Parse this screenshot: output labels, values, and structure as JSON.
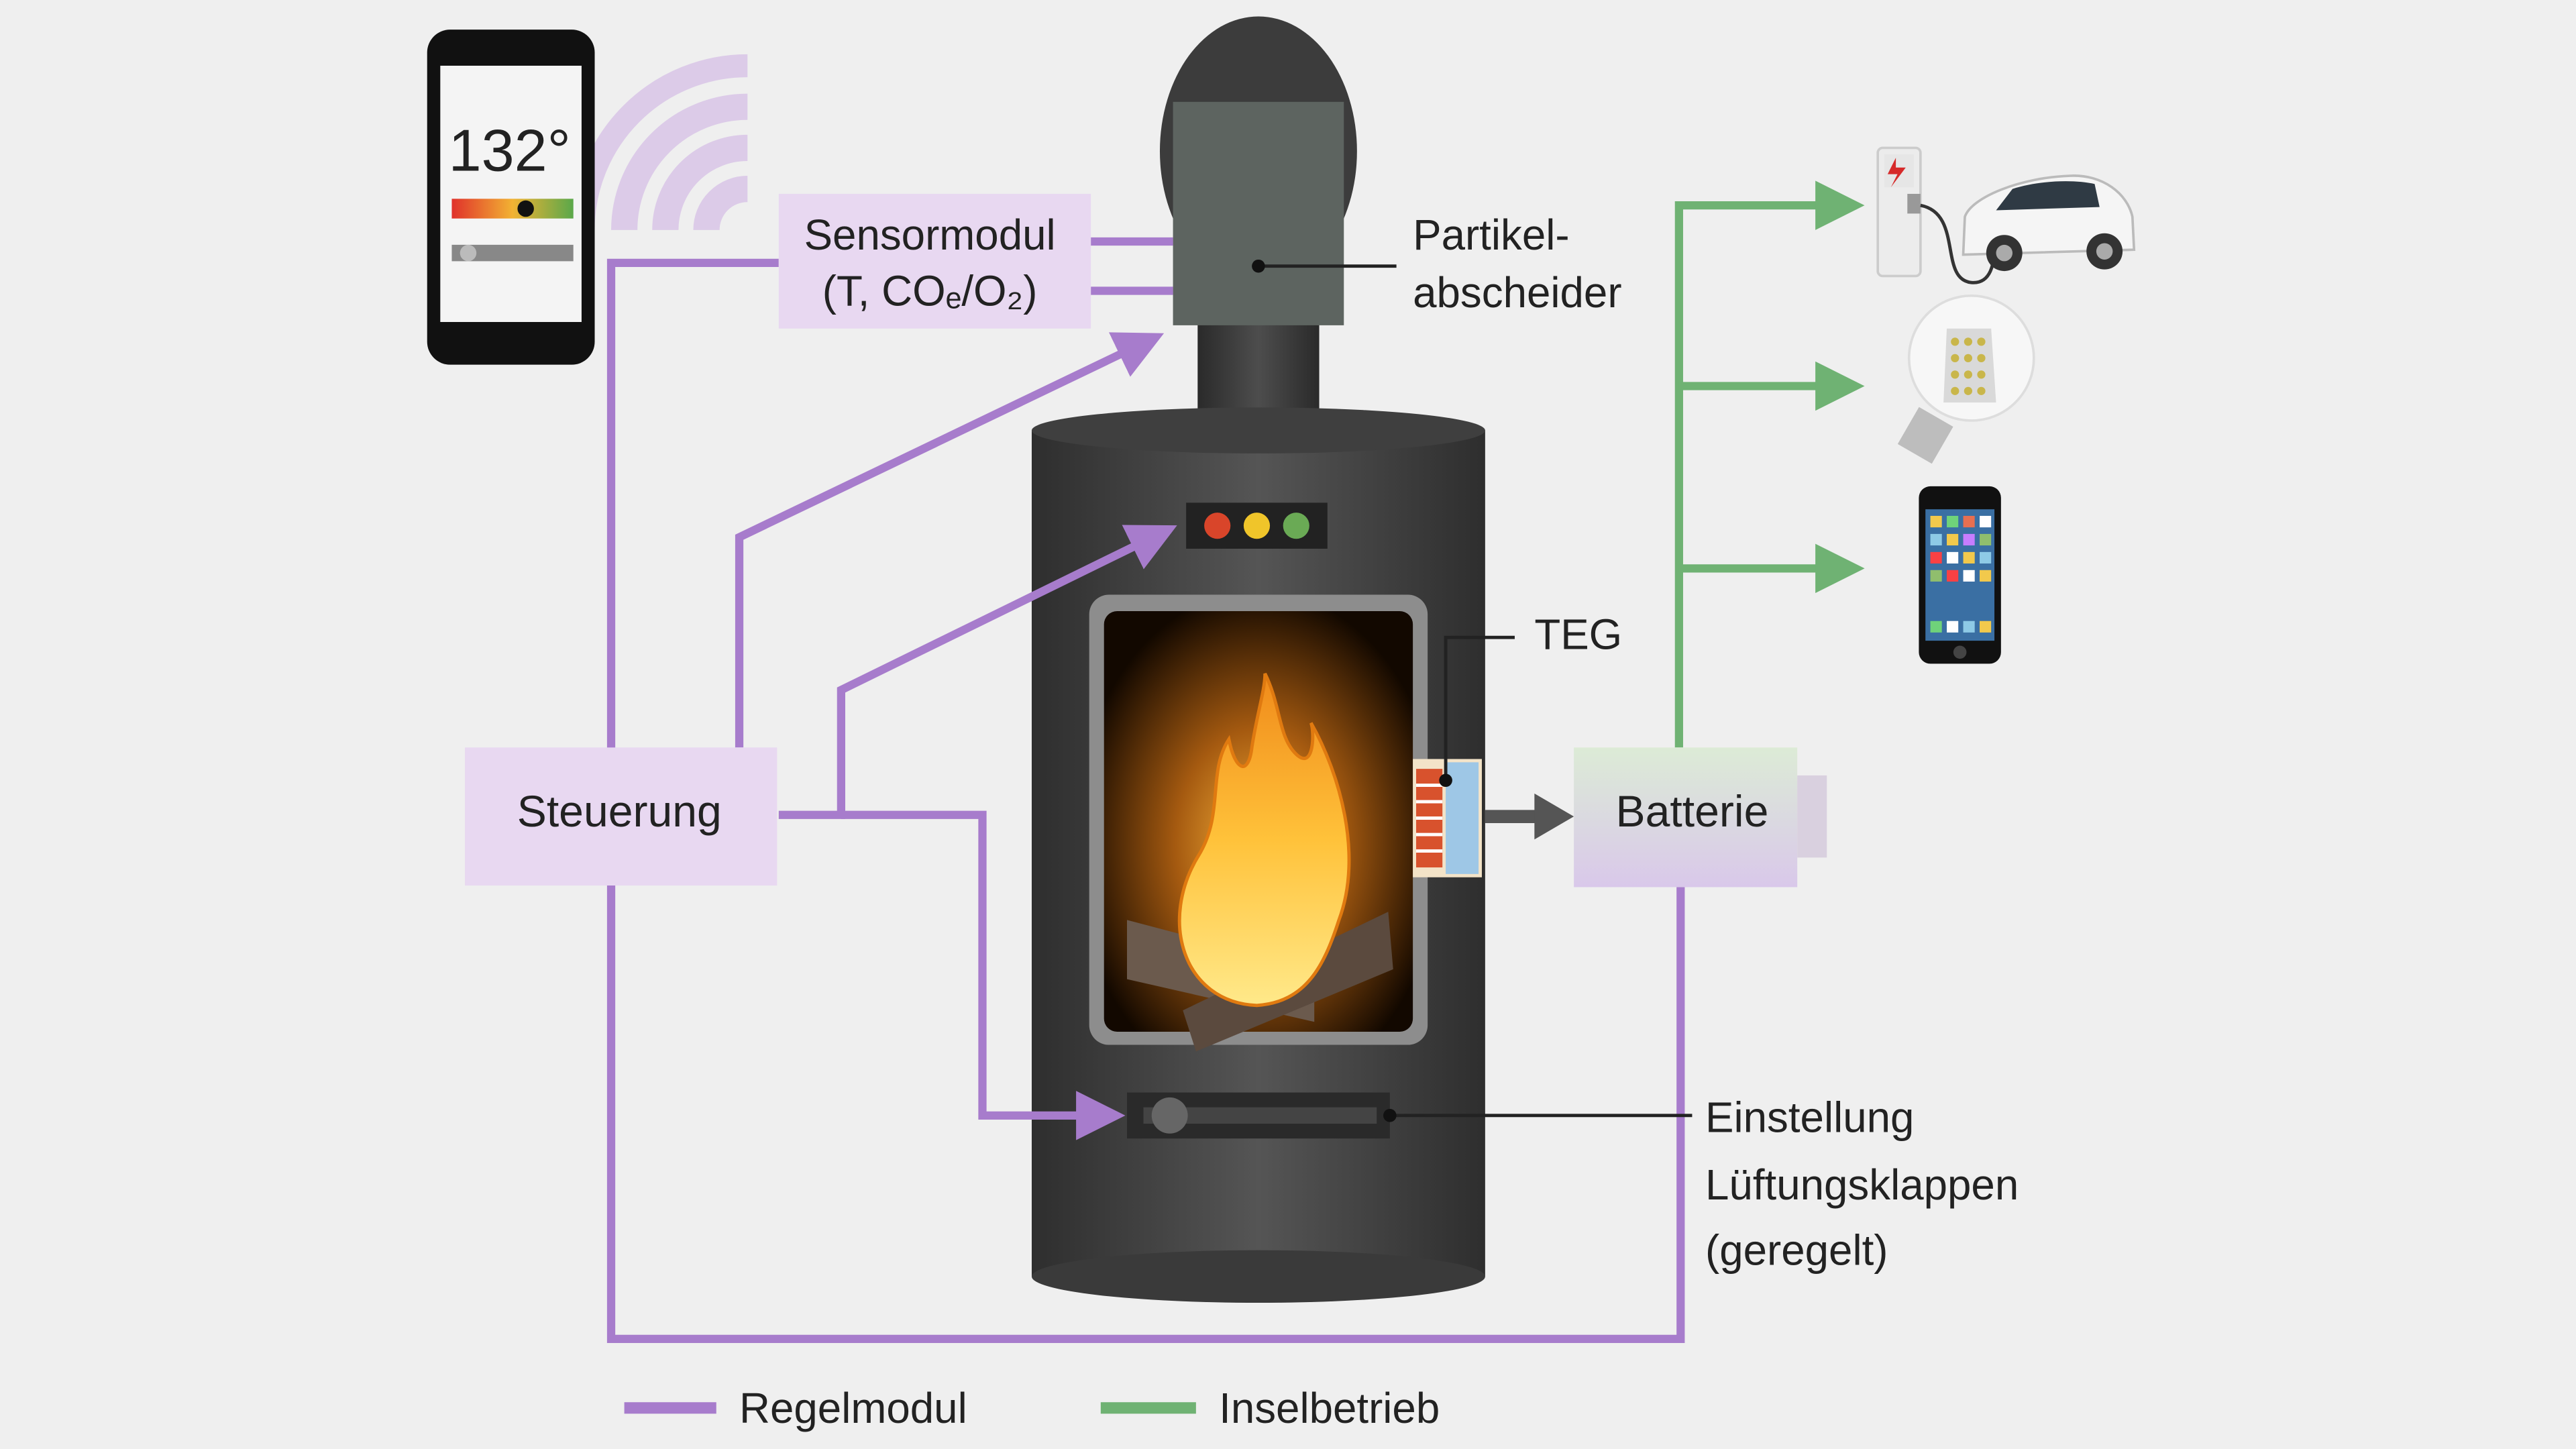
{
  "phone": {
    "temperature": "132°"
  },
  "boxes": {
    "sensor_line1": "Sensormodul",
    "sensor_line2": "(T, COₑ/O₂)",
    "steuerung": "Steuerung",
    "batterie": "Batterie"
  },
  "labels": {
    "partikel_line1": "Partikel-",
    "partikel_line2": "abscheider",
    "teg": "TEG",
    "einstellung_line1": "Einstellung",
    "einstellung_line2": "Lüftungsklappen",
    "einstellung_line3": "(geregelt)"
  },
  "legend": {
    "items": [
      {
        "label": "Regelmodul",
        "color": "#a77ccc"
      },
      {
        "label": "Inselbetrieb",
        "color": "#6fb273"
      }
    ]
  },
  "colors": {
    "control_line": "#a77ccc",
    "island_line": "#6fb273",
    "box_fill": "#e8d8f1",
    "stove_body": "#4a4a4a",
    "background": "#efefef"
  },
  "consumers": [
    "ev-charger-icon",
    "car-icon",
    "light-bulb-icon",
    "smartphone-icon"
  ]
}
